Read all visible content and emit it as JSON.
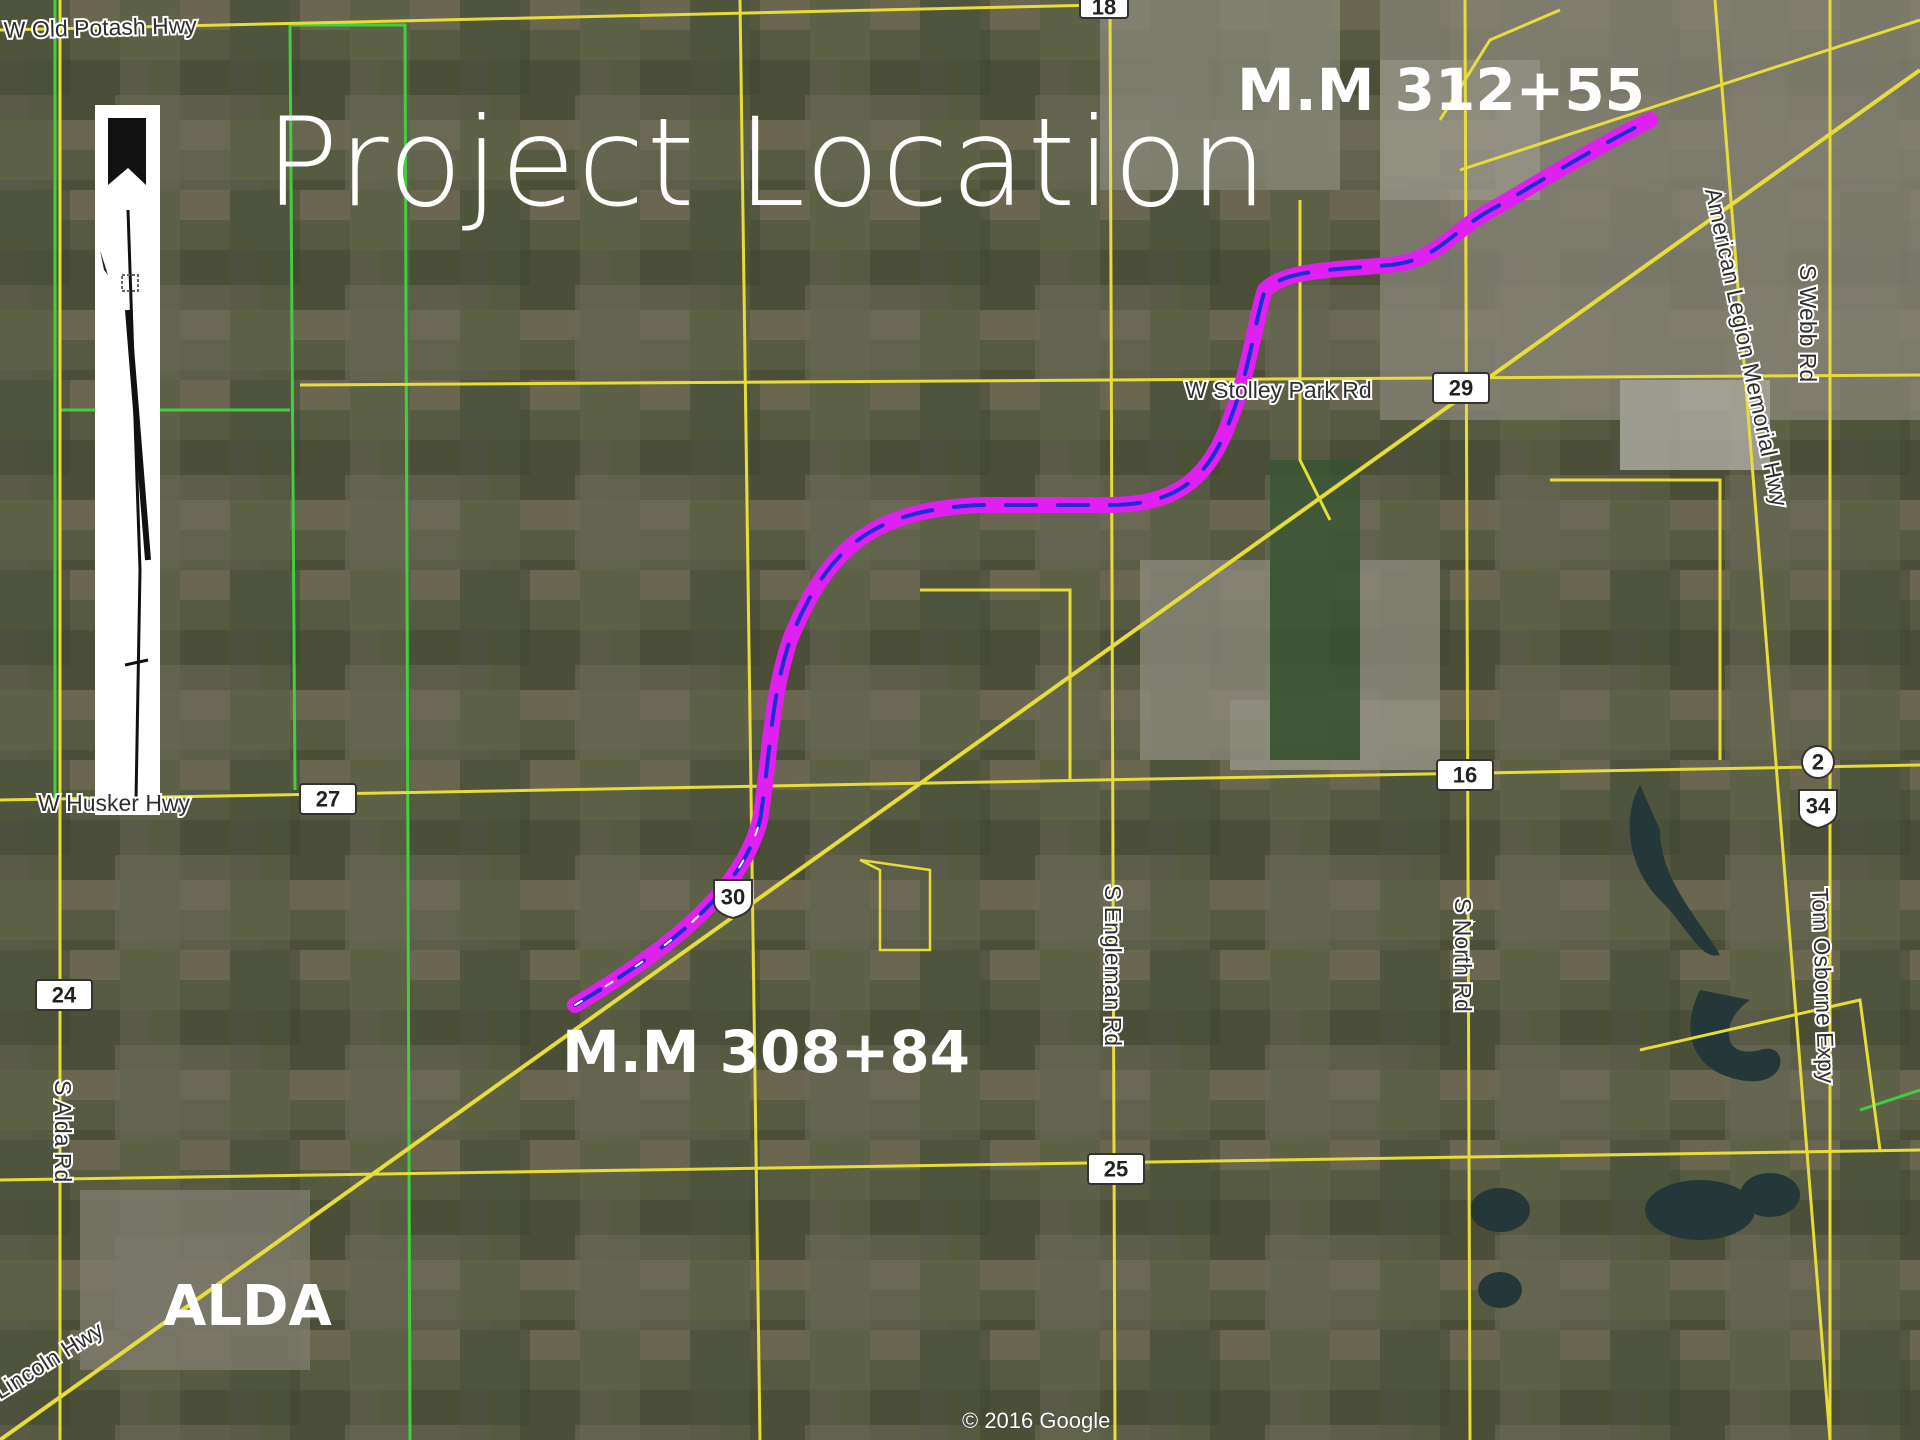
{
  "title": "Project Location",
  "markers": {
    "start": "M.M 308+84",
    "end": "M.M 312+55"
  },
  "town": "ALDA",
  "copyright": "© 2016 Google",
  "roads": {
    "old_potash": "W Old Potash Hwy",
    "husker": "W Husker Hwy",
    "stolley": "W Stolley Park Rd",
    "american_legion": "American Legion Memorial Hwy",
    "webb": "S Webb Rd",
    "engleman": "S Engleman Rd",
    "north": "S North Rd",
    "tom_osborne": "Tom Osborne Expy",
    "alda_rd": "S Alda Rd",
    "lincoln": "Lincoln Hwy"
  },
  "shields": {
    "s18": "18",
    "s27": "27",
    "s24": "24",
    "s30": "30",
    "s29": "29",
    "s16": "16",
    "s25": "25",
    "s2": "2",
    "s34": "34"
  },
  "colors": {
    "project_route": "#e020f0",
    "route_core": "#1a2fd6",
    "county_road": "#e6dc3a",
    "boundary": "#3fcf3f",
    "label_white": "#ffffff"
  }
}
